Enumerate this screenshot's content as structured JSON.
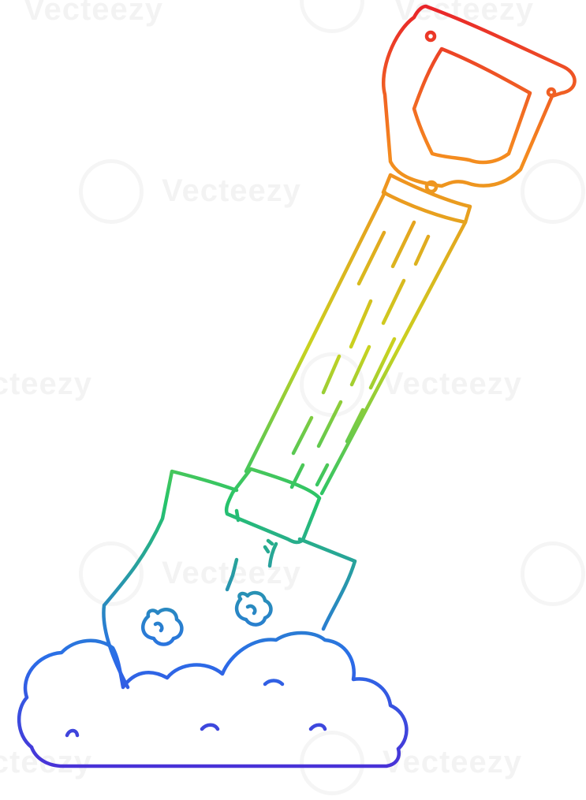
{
  "illustration": {
    "subject": "shovel-in-dirt-mound",
    "style": "rainbow-gradient-line-art",
    "stroke_colors": {
      "top": "#e8202a",
      "upper": "#f58a1f",
      "middle": "#c9d21f",
      "lower": "#26c46a",
      "base": "#2a6ee8",
      "bottom": "#4a2fd6"
    }
  },
  "watermark": {
    "text": "Vecteezy",
    "color": "#000000"
  }
}
